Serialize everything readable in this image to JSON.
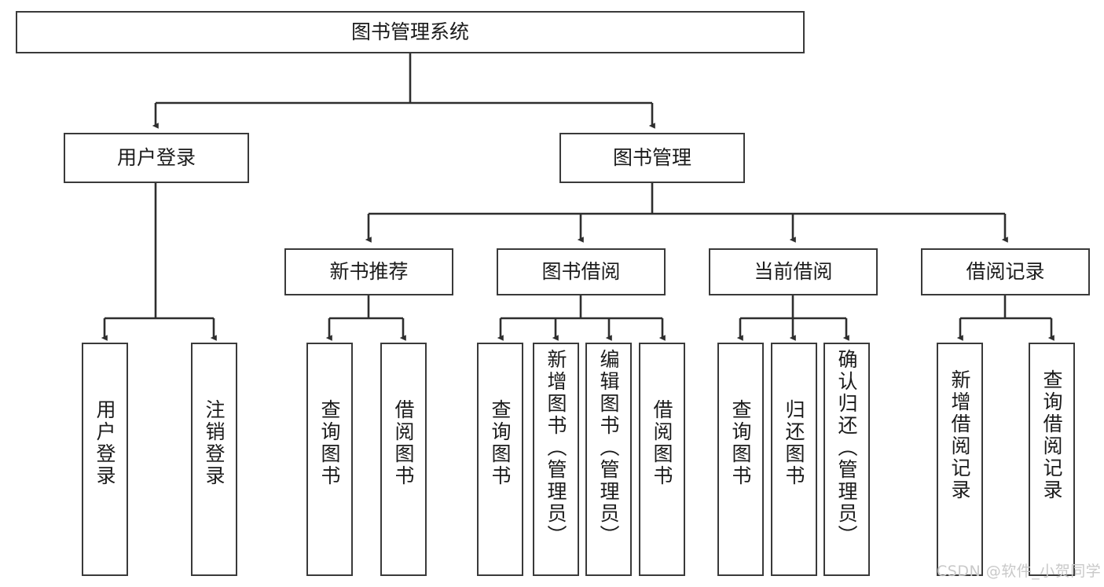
{
  "diagram": {
    "title": "图书管理系统",
    "type": "hierarchy-tree",
    "watermark": "CSDN @软件_小贺同学",
    "colors": {
      "box_border": "#3a3a3a",
      "box_fill": "#ffffff",
      "edge": "#2e2e2e",
      "text": "#1b1b1b",
      "watermark": "#c9c9c9"
    },
    "levels": [
      {
        "level": 1,
        "nodes": [
          {
            "id": "root",
            "label": "图书管理系统"
          }
        ]
      },
      {
        "level": 2,
        "nodes": [
          {
            "id": "login",
            "label": "用户登录",
            "parent": "root"
          },
          {
            "id": "bookmgmt",
            "label": "图书管理",
            "parent": "root"
          }
        ]
      },
      {
        "level": 3,
        "nodes": [
          {
            "id": "newbook",
            "label": "新书推荐",
            "parent": "bookmgmt"
          },
          {
            "id": "borrow",
            "label": "图书借阅",
            "parent": "bookmgmt"
          },
          {
            "id": "current",
            "label": "当前借阅",
            "parent": "bookmgmt"
          },
          {
            "id": "record",
            "label": "借阅记录",
            "parent": "bookmgmt"
          }
        ]
      },
      {
        "level": 4,
        "nodes": [
          {
            "id": "leaf1",
            "label": "用户登录",
            "parent": "login"
          },
          {
            "id": "leaf2",
            "label": "注销登录",
            "parent": "login"
          },
          {
            "id": "leaf3",
            "label": "查询图书",
            "parent": "newbook"
          },
          {
            "id": "leaf4",
            "label": "借阅图书",
            "parent": "newbook"
          },
          {
            "id": "leaf5",
            "label": "查询图书",
            "parent": "borrow"
          },
          {
            "id": "leaf6",
            "label": "新增图书（管理员）",
            "parent": "borrow"
          },
          {
            "id": "leaf7",
            "label": "编辑图书（管理员）",
            "parent": "borrow"
          },
          {
            "id": "leaf8",
            "label": "借阅图书",
            "parent": "borrow"
          },
          {
            "id": "leaf9",
            "label": "查询图书",
            "parent": "current"
          },
          {
            "id": "leaf10",
            "label": "归还图书",
            "parent": "current"
          },
          {
            "id": "leaf11",
            "label": "确认归还（管理员）",
            "parent": "current"
          },
          {
            "id": "leaf12",
            "label": "新增借阅记录",
            "parent": "record"
          },
          {
            "id": "leaf13",
            "label": "查询借阅记录",
            "parent": "record"
          }
        ]
      }
    ]
  }
}
